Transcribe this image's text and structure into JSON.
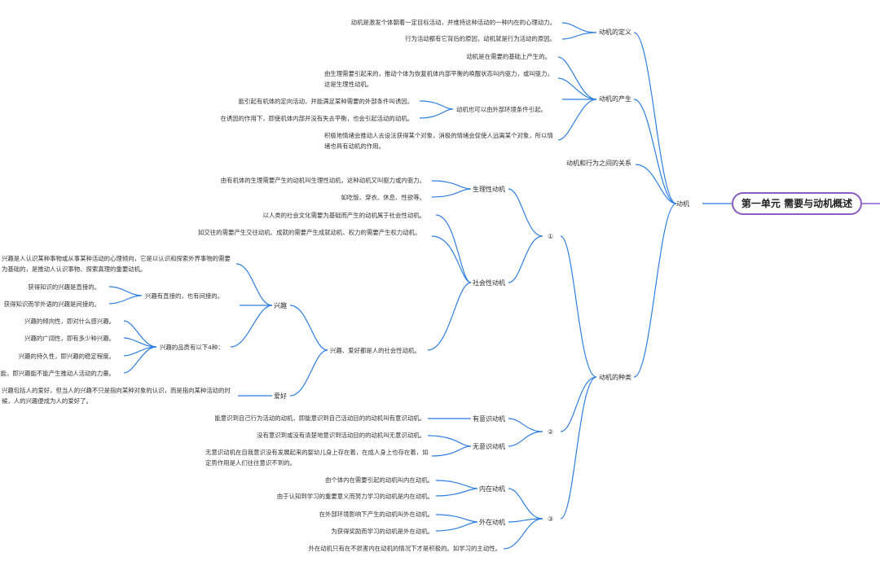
{
  "root": "第一单元  需要与动机概述",
  "l1": "动机",
  "def": {
    "title": "动机的定义",
    "l1": "动机是激发个体朝着一定目标活动，并维持这种活动的一种内在的心理动力。",
    "l2": "行为活动都有它背后的原因，动机就是行为活动的原因。"
  },
  "gen": {
    "title": "动机的产生",
    "a": "动机是在需要的基础上产生的。",
    "b": "由生理需要引起来的，推动个体为恢复机体内部平衡的唤醒状态叫内驱力，或叫驱力，这是生理性动机。",
    "ext": "动机也可以由外部环境条件引起。",
    "ext1": "能引起有机体的定向活动，并能满足某种需要的外部条件叫诱因。",
    "ext2": "在诱因的作用下，即使机体内部并没有失去平衡，也会引起活动的动机。",
    "c": "积极地情绪会推动人去设法获得某个对象，消极的情绪会促使人远离某个对象，所以情绪也具有动机的作用。"
  },
  "rel": "动机和行为之间的关系",
  "types": {
    "title": "动机的种类",
    "g1": "①",
    "phys": "生理性动机",
    "phys1": "由有机体的生理需要产生的动机叫生理性动机，这种动机又叫驱力或内驱力。",
    "phys2": "如吃饭、穿衣、休息、性欲等。",
    "soc": "社会性动机",
    "soc1": "以人类的社会文化需要为基础而产生的动机属于社会性动机。",
    "soc2": "如交往的需要产生交往动机、成就的需要产生成就动机、权力的需要产生权力动机。",
    "ih": "兴趣、爱好都是人的社会性动机。",
    "xq": "兴趣",
    "xq_def": "兴趣是人认识某种事物或从事某种活动的心理倾向，它是以认识和探索外界事物的需要为基础的，是推动人认识事物、探索真理的重要动机。",
    "direct": "兴趣有直接的，也有间接的。",
    "direct1": "获得知识的兴趣是直接的。",
    "direct2": "获得知识而学外语的兴趣是间接的。",
    "quality": "兴趣的品质有以下4种：",
    "q1": "兴趣的倾向性，即对什么感兴趣。",
    "q2": "兴趣的广阔性，即有多少种兴趣。",
    "q3": "兴趣的持久性，即兴趣的稳定程度。",
    "q4": "兴趣的效能，即兴趣能不能产生推动人活动的力量。",
    "ah": "爱好",
    "ah_def": "兴趣包括人的爱好，但当人的兴趣不只是指向某种对象的认识，而是指向某种活动的时候，人的兴趣便成为人的爱好了。",
    "g2": "②",
    "cons": "有意识动机",
    "cons1": "能意识到自己行为活动的动机，即能意识到自己活动目的的动机叫有意识动机。",
    "uncons": "无意识动机",
    "uncons1": "没有意识到或没有清楚地意识到活动目的的动机叫无意识动机。",
    "uncons2": "无意识动机在自我意识没有发展起来的婴幼儿身上存在着，在成人身上也存在着，如定势作用是人们往往意识不到的。",
    "g3": "③",
    "intr": "内在动机",
    "intr1": "由个体内在需要引起的动机叫内在动机。",
    "intr2": "由于认知到学习的重要意义而努力学习的动机是内在动机。",
    "extr": "外在动机",
    "extr1": "在外部环境影响下产生的动机叫外在动机。",
    "extr2": "为获得奖励而学习的动机是外在动机。",
    "note": "外在动机只有在不损害内在动机的情况下才是积极的。如学习的主动性。"
  },
  "colors": {
    "line": "#2f7fe0",
    "root_border": "#8b5cc6",
    "root_line": "#8b5cc6"
  }
}
